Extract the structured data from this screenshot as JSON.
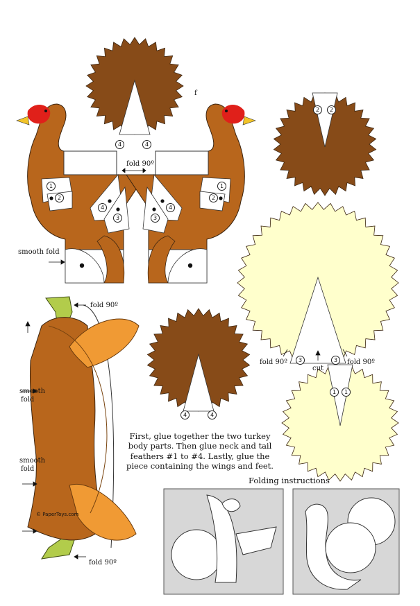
{
  "colors": {
    "body_brown": "#b8661c",
    "dark_brown": "#874b18",
    "light_brown": "#c97b2f",
    "pale_yellow": "#ffffcc",
    "head_red": "#e0201a",
    "beak_yellow": "#f2c428",
    "feet_green": "#b2cc4b",
    "wing_orange": "#f09a34",
    "panel_gray": "#d7d7d7"
  },
  "labels": {
    "fold_top": "fold 90º",
    "smooth_fold_top": "smooth fold",
    "fold_left_upper": "fold 90º",
    "smooth_fold_a1": "smooth",
    "smooth_fold_a2": "fold",
    "smooth_fold_b1": "smooth",
    "smooth_fold_b2": "fold",
    "fold_left_lower": "fold 90º",
    "fold_fan_left": "fold 90º",
    "fold_fan_right": "fold 90º",
    "cut": "cut",
    "f_mark": "f"
  },
  "tab_numbers": {
    "one": "1",
    "two": "2",
    "three": "3",
    "four": "4"
  },
  "instructions": "First, glue together the two turkey body parts. Then glue neck and tail feathers #1 to #4. Lastly, glue the piece containing the wings and feet.",
  "folding_title": "Folding instructions",
  "brand": "© PaperToys.com"
}
